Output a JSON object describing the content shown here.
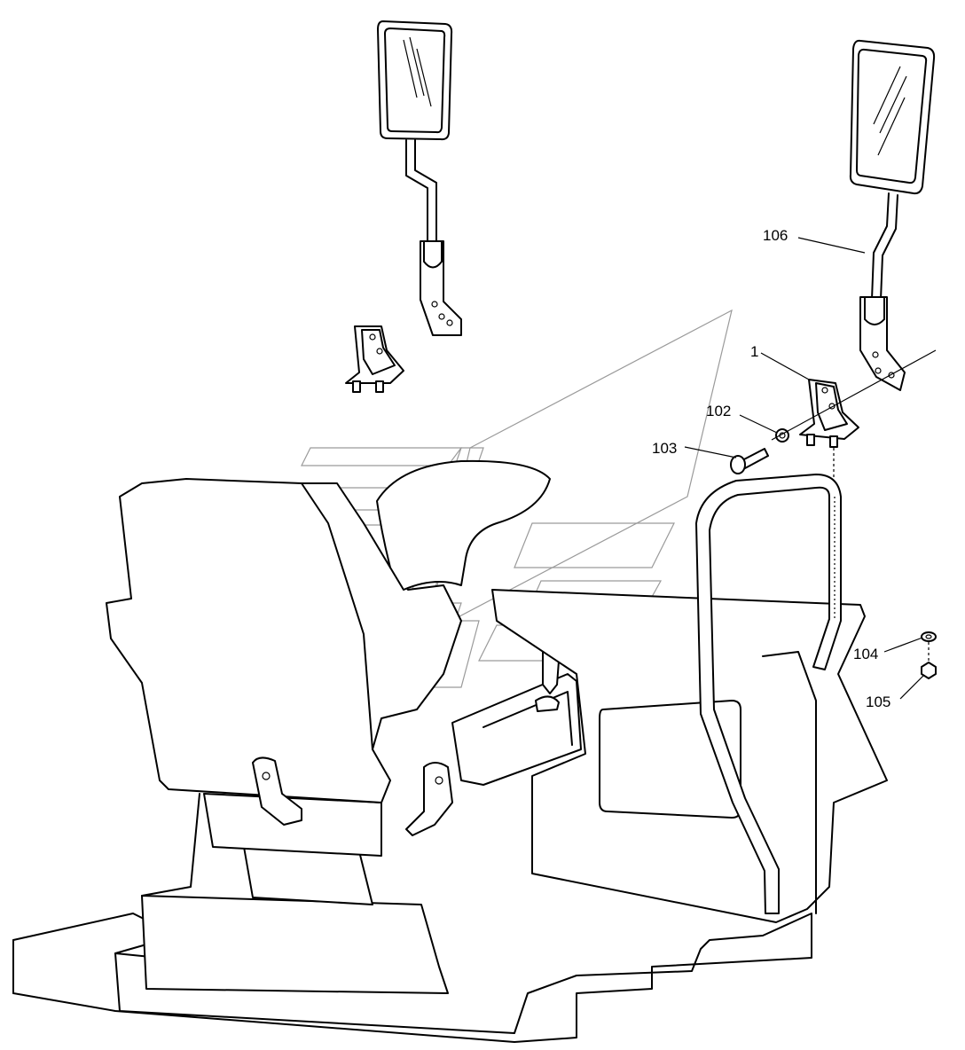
{
  "callouts": {
    "c1": "1",
    "c102": "102",
    "c103": "103",
    "c104": "104",
    "c105": "105",
    "c106": "106"
  }
}
